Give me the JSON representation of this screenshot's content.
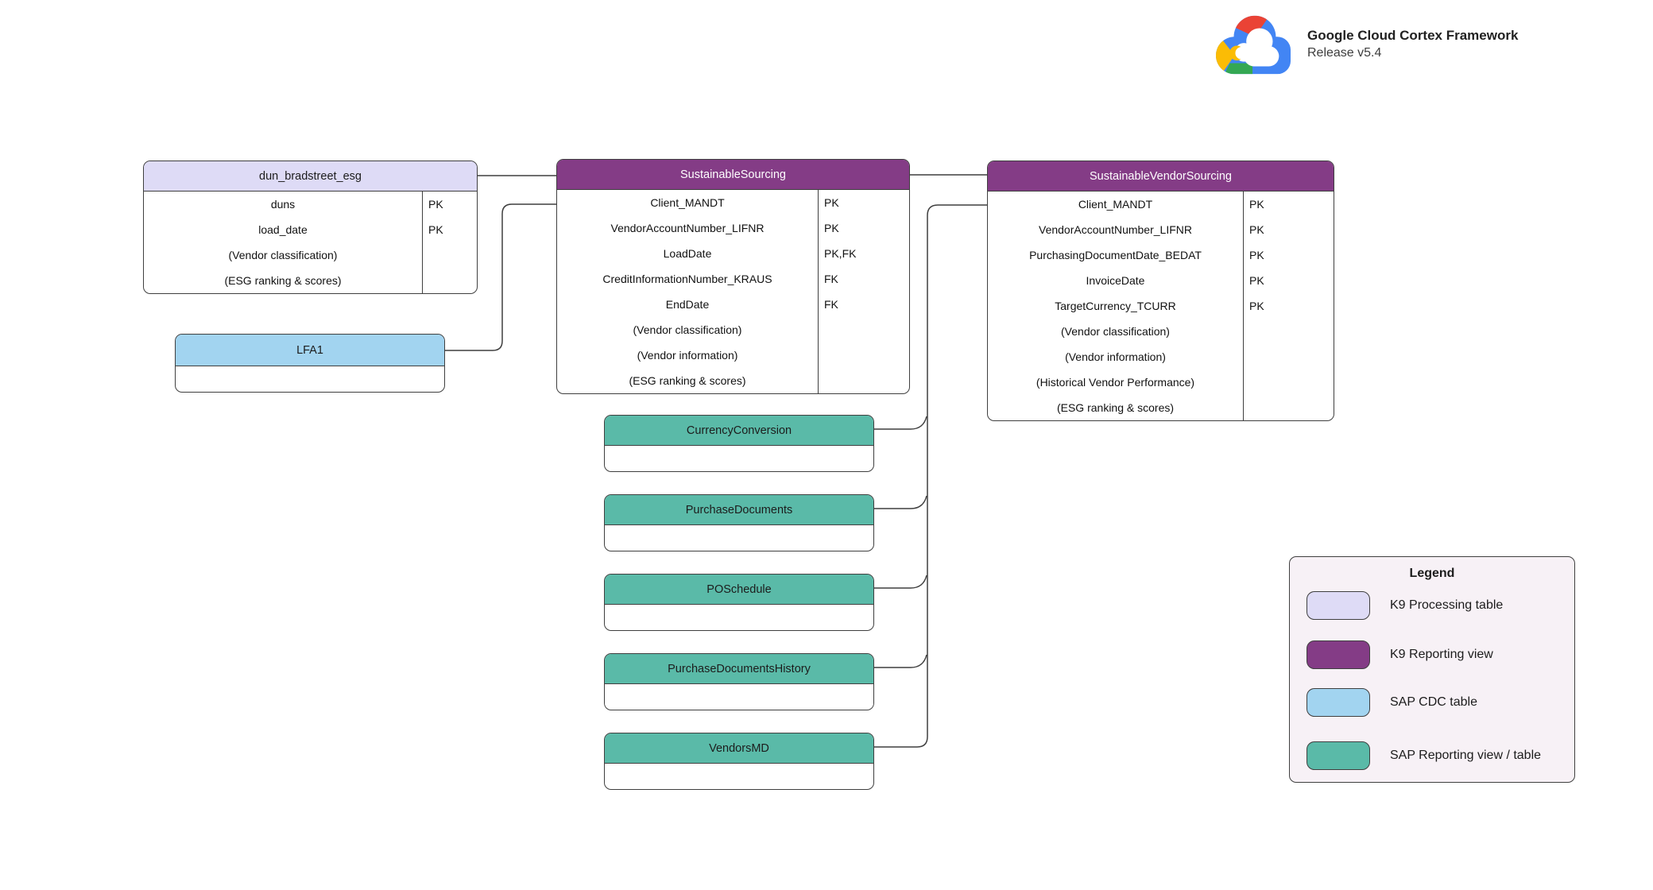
{
  "header": {
    "logo": "google-cloud-logo",
    "title": "Google Cloud Cortex Framework",
    "subtitle": "Release v5.4"
  },
  "colors": {
    "k9_processing_table": "#DEDBF6",
    "k9_reporting_view": "#843C86",
    "sap_cdc_table": "#A2D4F0",
    "sap_reporting_view_table": "#5ABAA8",
    "connector_line": "#3F3F3F",
    "legend_background": "#F7F1F6",
    "logo_blue": "#4285F4",
    "logo_red": "#EA4335",
    "logo_yellow": "#FBBC05",
    "logo_green": "#34A853"
  },
  "tables": {
    "dun_bradstreet_esg": {
      "title": "dun_bradstreet_esg",
      "type": "K9 Processing table",
      "rows": [
        {
          "name": "duns",
          "key": "PK"
        },
        {
          "name": "load_date",
          "key": "PK"
        },
        {
          "name": "(Vendor classification)",
          "key": ""
        },
        {
          "name": "(ESG ranking & scores)",
          "key": ""
        }
      ]
    },
    "lfa1": {
      "title": "LFA1",
      "type": "SAP CDC table"
    },
    "sustainable_sourcing": {
      "title": "SustainableSourcing",
      "type": "K9 Reporting view",
      "rows": [
        {
          "name": "Client_MANDT",
          "key": "PK"
        },
        {
          "name": "VendorAccountNumber_LIFNR",
          "key": "PK"
        },
        {
          "name": "LoadDate",
          "key": "PK,FK"
        },
        {
          "name": "CreditInformationNumber_KRAUS",
          "key": "FK"
        },
        {
          "name": "EndDate",
          "key": "FK"
        },
        {
          "name": "(Vendor classification)",
          "key": ""
        },
        {
          "name": "(Vendor information)",
          "key": ""
        },
        {
          "name": "(ESG ranking & scores)",
          "key": ""
        }
      ]
    },
    "sustainable_vendor_sourcing": {
      "title": "SustainableVendorSourcing",
      "type": "K9 Reporting view",
      "rows": [
        {
          "name": "Client_MANDT",
          "key": "PK"
        },
        {
          "name": "VendorAccountNumber_LIFNR",
          "key": "PK"
        },
        {
          "name": "PurchasingDocumentDate_BEDAT",
          "key": "PK"
        },
        {
          "name": "InvoiceDate",
          "key": "PK"
        },
        {
          "name": "TargetCurrency_TCURR",
          "key": "PK"
        },
        {
          "name": "(Vendor classification)",
          "key": ""
        },
        {
          "name": "(Vendor information)",
          "key": ""
        },
        {
          "name": "(Historical Vendor Performance)",
          "key": ""
        },
        {
          "name": "(ESG ranking & scores)",
          "key": ""
        }
      ]
    },
    "currency_conversion": {
      "title": "CurrencyConversion",
      "type": "SAP Reporting view / table"
    },
    "purchase_documents": {
      "title": "PurchaseDocuments",
      "type": "SAP Reporting view / table"
    },
    "po_schedule": {
      "title": "POSchedule",
      "type": "SAP Reporting view / table"
    },
    "purchase_documents_history": {
      "title": "PurchaseDocumentsHistory",
      "type": "SAP Reporting view / table"
    },
    "vendors_md": {
      "title": "VendorsMD",
      "type": "SAP Reporting view / table"
    }
  },
  "legend": {
    "title": "Legend",
    "items": [
      {
        "label": "K9 Processing table",
        "color": "#DEDBF6"
      },
      {
        "label": "K9 Reporting view",
        "color": "#843C86"
      },
      {
        "label": "SAP CDC table",
        "color": "#A2D4F0"
      },
      {
        "label": "SAP Reporting view / table",
        "color": "#5ABAA8"
      }
    ]
  }
}
